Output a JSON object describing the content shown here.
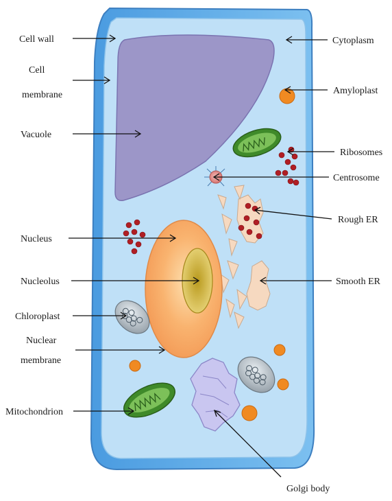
{
  "labels": {
    "cell_wall": "Cell wall",
    "cell_membrane_1": "Cell",
    "cell_membrane_2": "membrane",
    "vacuole": "Vacuole",
    "nucleus": "Nucleus",
    "nucleolus": "Nucleolus",
    "chloroplast": "Chloroplast",
    "nuclear_membrane_1": "Nuclear",
    "nuclear_membrane_2": "membrane",
    "mitochondrion": "Mitochondrion",
    "cytoplasm": "Cytoplasm",
    "amyloplast": "Amyloplast",
    "ribosomes": "Ribosomes",
    "centrosome": "Centrosome",
    "rough_er": "Rough ER",
    "smooth_er": "Smooth ER",
    "golgi_body": "Golgi body"
  },
  "colors": {
    "cell_wall": "#5aa8e6",
    "cytoplasm": "#bfe0f7",
    "vacuole": "#9c96c8",
    "nucleus": "#f7a66a",
    "nucleolus": "#d9c24a",
    "mitochondrion": "#3f8a2a",
    "amyloplast": "#f08a22",
    "ribosome": "#b01e24",
    "er": "#f6d9c0",
    "golgi": "#c9c6f0"
  }
}
